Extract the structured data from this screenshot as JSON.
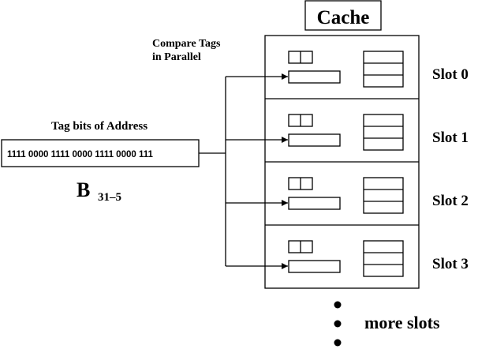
{
  "cache": {
    "title": "Cache",
    "slots": [
      {
        "label": "Slot 0"
      },
      {
        "label": "Slot 1"
      },
      {
        "label": "Slot 2"
      },
      {
        "label": "Slot 3"
      }
    ],
    "more_label": "more slots"
  },
  "compare": {
    "line1": "Compare Tags",
    "line2": "in Parallel"
  },
  "address": {
    "heading": "Tag bits of Address",
    "bits": "1111 0000 1111 0000 1111 0000 111",
    "bus_symbol": "B",
    "bus_range": "31–5"
  },
  "colors": {
    "stroke": "#000000",
    "background": "#ffffff"
  }
}
